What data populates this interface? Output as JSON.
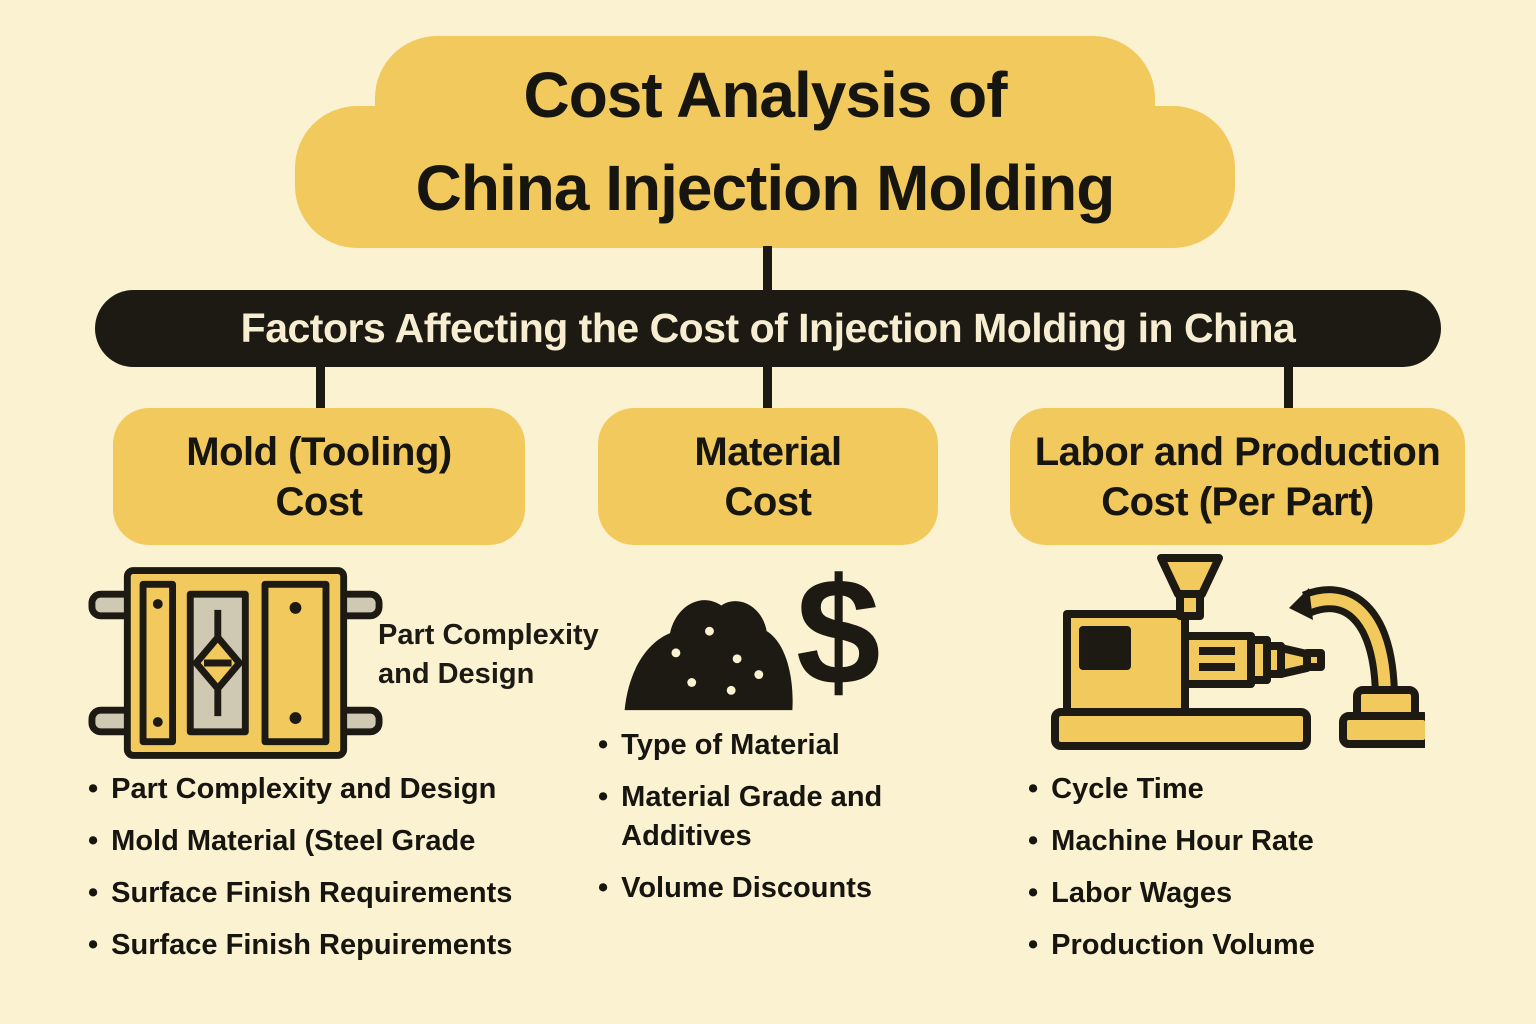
{
  "colors": {
    "background": "#FBF2D2",
    "gold_accent": "#F2C95C",
    "dark": "#1D1A14",
    "cream_text": "#F7EDD0",
    "grey_metal": "#CFC8B2"
  },
  "bullet_char": "•",
  "dollar_glyph": "$",
  "title": "Cost Analysis of\nChina Injection Molding",
  "banner": "Factors Affecting the Cost of Injection Molding in China",
  "columns": [
    {
      "header": "Mold (Tooling)\nCost",
      "icon": "mold-icon",
      "icon_caption": "Part Complexity\nand Design",
      "bullets": [
        "Part Complexity and Design",
        "Mold Material (Steel Grade",
        "Surface Finish Requirements",
        "Surface Finish Repuirements"
      ]
    },
    {
      "header": "Material\nCost",
      "icon": "material-pile-icon",
      "bullets": [
        "Type of Material",
        "Material Grade and Additives",
        "Volume Discounts"
      ]
    },
    {
      "header": "Labor and Production\nCost (Per Part)",
      "icon": "molding-machine-icon",
      "bullets": [
        "Cycle Time",
        "Machine Hour Rate",
        "Labor Wages",
        "Production Volume"
      ]
    }
  ]
}
